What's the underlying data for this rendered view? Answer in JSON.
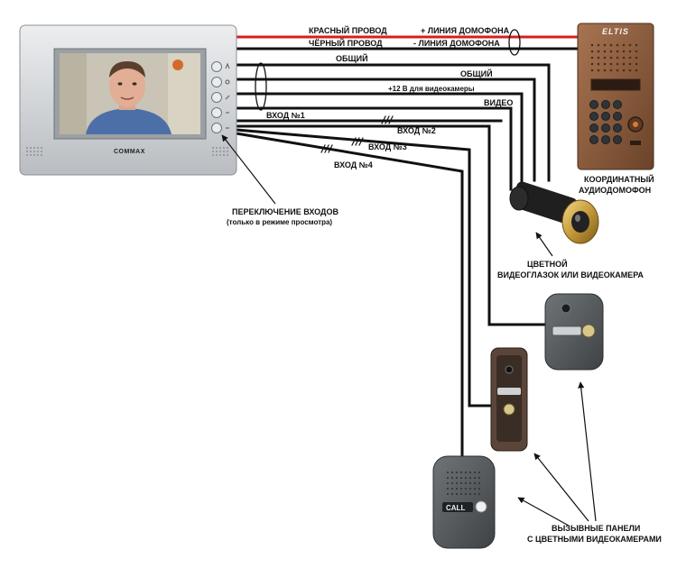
{
  "monitor": {
    "brand": "COMMAX",
    "inputs_switch_label": "ПЕРЕКЛЮЧЕНИЕ ВХОДОВ",
    "inputs_switch_note": "(только в режиме просмотра)"
  },
  "wires": {
    "red": "КРАСНЫЙ ПРОВОД",
    "black": "ЧЁРНЫЙ ПРОВОД",
    "plus_line": "+ ЛИНИЯ ДОМОФОНА",
    "minus_line": "- ЛИНИЯ ДОМОФОНА",
    "common_1": "ОБЩИЙ",
    "common_2": "ОБЩИЙ",
    "power_12v": "+12 В для видеокамеры",
    "video": "ВИДЕО",
    "input_1": "ВХОД №1",
    "input_2": "ВХОД №2",
    "input_3": "ВХОД №3",
    "input_4": "ВХОД №4"
  },
  "intercom": {
    "brand": "ELTIS",
    "label_1": "КООРДИНАТНЫЙ",
    "label_2": "АУДИОДОМОФОН"
  },
  "peephole": {
    "label_1": "ЦВЕТНОЙ",
    "label_2": "ВИДЕОГЛАЗОК  ИЛИ  ВИДЕОКАМЕРА"
  },
  "call_panels": {
    "label_1": "ВЫЗЫВНЫЕ ПАНЕЛИ",
    "label_2": "С ЦВЕТНЫМИ ВИДЕОКАМЕРАМИ",
    "call_text": "CALL"
  },
  "colors": {
    "red_wire": "#d3201f",
    "black_wire": "#111111",
    "intercom_body": "#8a5a3c",
    "monitor_body": "#d7dadd"
  }
}
